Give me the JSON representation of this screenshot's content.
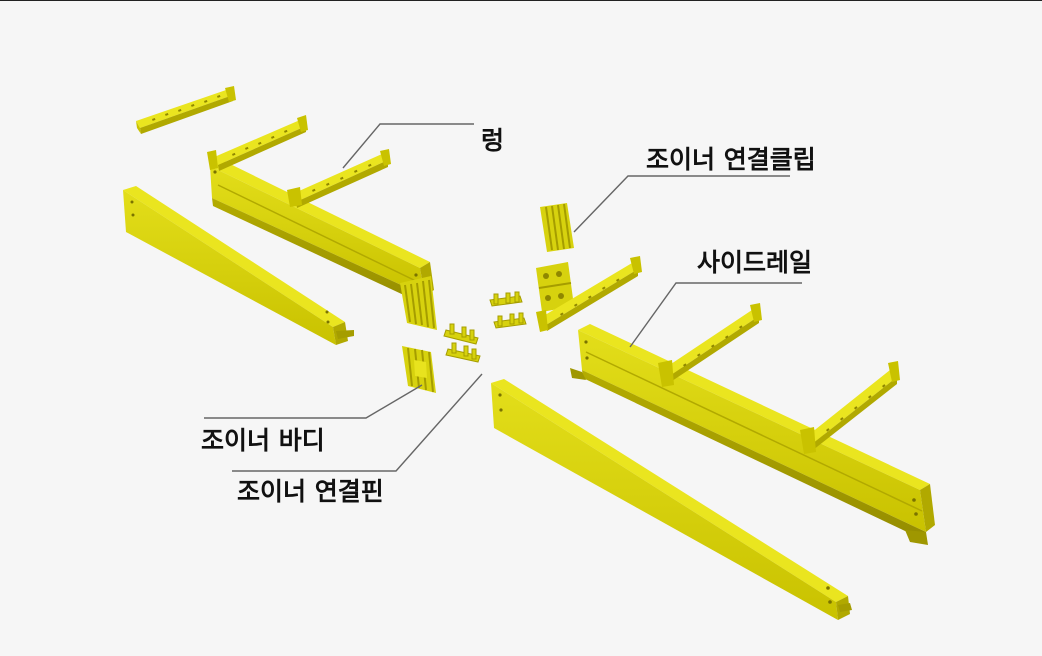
{
  "labels": {
    "rung": "렁",
    "joiner_clip": "조이너 연결클립",
    "side_rail": "사이드레일",
    "joiner_body": "조이너 바디",
    "joiner_pin": "조이너 연결핀"
  },
  "colors": {
    "background": "#f6f6f6",
    "part_face": "#d7d20e",
    "part_top": "#eae51f",
    "part_shadow": "#b1a900",
    "part_dark": "#8f8700",
    "leader_line": "#666666"
  }
}
